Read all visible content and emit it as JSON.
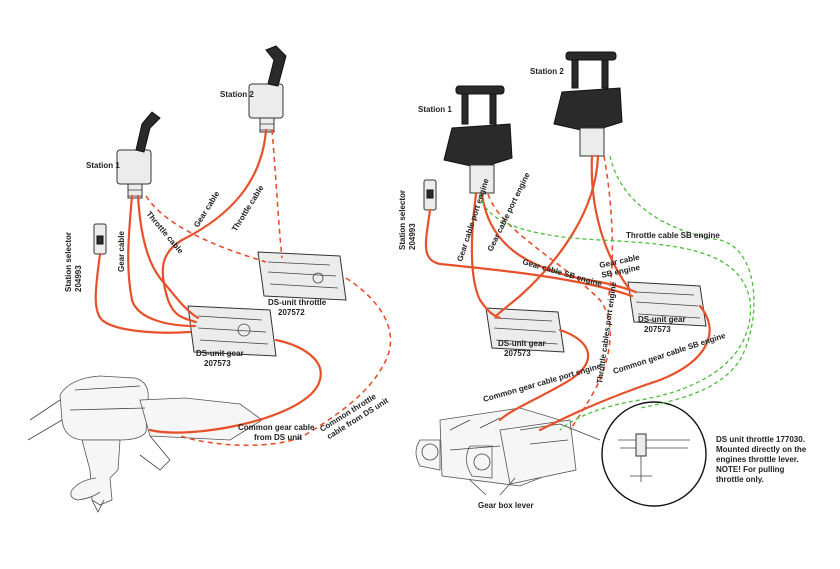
{
  "left": {
    "station1": "Station 1",
    "station2": "Station 2",
    "station_selector": "Station selector",
    "station_selector_code": "204993",
    "gear_cable_vertical": "Gear cable",
    "throttle_cable": "Throttle cable",
    "gear_cable": "Gear cable",
    "throttle_cable_2": "Throttle cable",
    "ds_throttle": "DS-unit throttle",
    "ds_throttle_code": "207572",
    "ds_gear": "DS-unit gear",
    "ds_gear_code": "207573",
    "common_gear_1": "Common gear cable",
    "common_gear_2": "from DS unit",
    "common_throttle_1": "Common throttle",
    "common_throttle_2": "cable from DS unit"
  },
  "right": {
    "station1": "Station 1",
    "station2": "Station 2",
    "station_selector": "Station selector",
    "station_selector_code": "204993",
    "gear_cable_port": "Gear cable port engine",
    "gear_cable_port_2": "Gear cable port engine",
    "gear_cable_sb": "Gear cable SB engine",
    "gear_cable_sb_short_1": "Gear cable",
    "gear_cable_sb_short_2": "SB engine",
    "throttle_sb": "Throttle cable SB engine",
    "ds_gear_a": "DS-unit gear",
    "ds_gear_a_code": "207573",
    "ds_gear_b": "DS-unit gear",
    "ds_gear_b_code": "207573",
    "throttle_port": "Throttle cables port engine",
    "common_gear_port": "Common gear cable port engine",
    "common_gear_sb": "Common gear cable SB engine",
    "gear_box_lever": "Gear box lever",
    "ds_note_1": "DS unit throttle 177030.",
    "ds_note_2": "Mounted directly on the",
    "ds_note_3": "engines throttle lever.",
    "ds_note_4": "NOTE! For pulling",
    "ds_note_5": "throttle only."
  },
  "colors": {
    "cable": "#e8502a",
    "throttle_sb_cable": "#4cbf3a",
    "control_dark": "#2a2a2a",
    "control_light": "#ececec"
  }
}
